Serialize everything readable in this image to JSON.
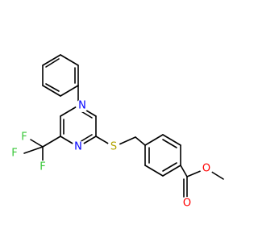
{
  "molecule": {
    "atom_labels": {
      "n_upper": "N",
      "n_lower": "N",
      "sulfur": "S",
      "f_left_top": "F",
      "f_left": "F",
      "f_bottom": "F",
      "o_carbonyl": "O",
      "o_ester": "O"
    },
    "colors": {
      "bond": "#000000",
      "nitrogen": "#0000ff",
      "sulfur": "#b2a400",
      "fluorine": "#39c739",
      "oxygen": "#ff0000"
    }
  }
}
